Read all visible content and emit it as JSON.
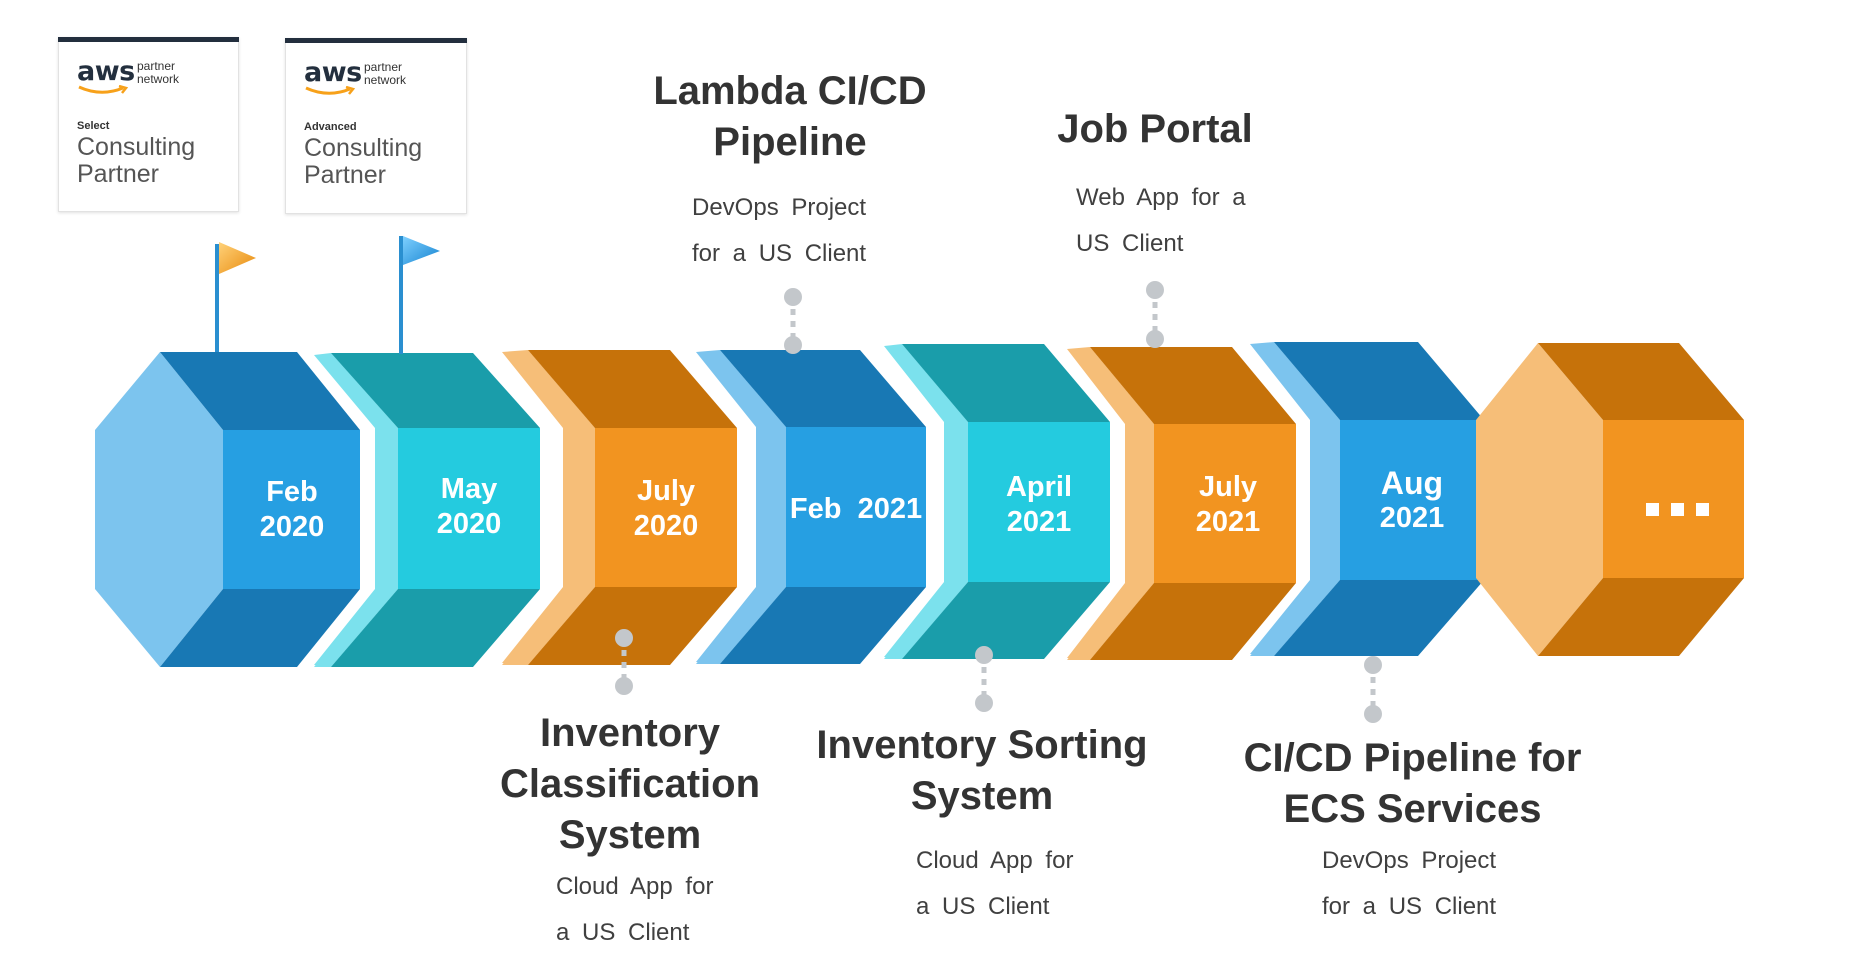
{
  "badges": [
    {
      "brand": "aws",
      "network": "partner",
      "network2": "network",
      "tier": "Select",
      "line1": "Consulting",
      "line2": "Partner",
      "flag_color": "#f5a623"
    },
    {
      "brand": "aws",
      "network": "partner",
      "network2": "network",
      "tier": "Advanced",
      "line1": "Consulting",
      "line2": "Partner",
      "flag_color": "#2a9fe0"
    }
  ],
  "milestones": [
    {
      "month": "Feb",
      "year": "2020",
      "palette": "blue"
    },
    {
      "month": "May",
      "year": "2020",
      "palette": "teal"
    },
    {
      "month": "July",
      "year": "2020",
      "palette": "orange"
    },
    {
      "month": "Feb  2021",
      "year": "",
      "palette": "blue"
    },
    {
      "month": "April",
      "year": "2021",
      "palette": "teal"
    },
    {
      "month": "July",
      "year": "2021",
      "palette": "orange"
    },
    {
      "month": "Aug",
      "year": "2021",
      "palette": "blue"
    },
    {
      "month": "...",
      "year": "",
      "palette": "orange"
    }
  ],
  "projects": [
    {
      "milestone": "July 2020",
      "position": "below",
      "title": [
        "Inventory",
        "Classification",
        "System"
      ],
      "desc": [
        "Cloud  App  for",
        "a US Client"
      ]
    },
    {
      "milestone": "Feb 2021",
      "position": "above",
      "title": [
        "Lambda CI/CD",
        "Pipeline"
      ],
      "desc": [
        "DevOps  Project",
        "for a US Client"
      ]
    },
    {
      "milestone": "April 2021",
      "position": "below",
      "title": [
        "Inventory Sorting",
        "System"
      ],
      "desc": [
        "Cloud  App  for",
        "a US Client"
      ]
    },
    {
      "milestone": "July 2021",
      "position": "above",
      "title": [
        "Job Portal"
      ],
      "desc": [
        "Web App for a",
        "US Client"
      ]
    },
    {
      "milestone": "Aug 2021",
      "position": "below",
      "title": [
        "CI/CD Pipeline for",
        "ECS Services"
      ],
      "desc": [
        "DevOps  Project",
        "for a US Client"
      ]
    }
  ],
  "palettes": {
    "blue": {
      "side": "#7cc4ee",
      "bevel": "#1878b4",
      "face": "#269fe2"
    },
    "teal": {
      "side": "#7be1ed",
      "bevel": "#1a9daa",
      "face": "#24cbdf"
    },
    "orange": {
      "side": "#f6be78",
      "bevel": "#c6720a",
      "face": "#f29420"
    }
  },
  "colors": {
    "connector": "#c3c7cb",
    "text": "#333333",
    "desc": "#404040"
  }
}
